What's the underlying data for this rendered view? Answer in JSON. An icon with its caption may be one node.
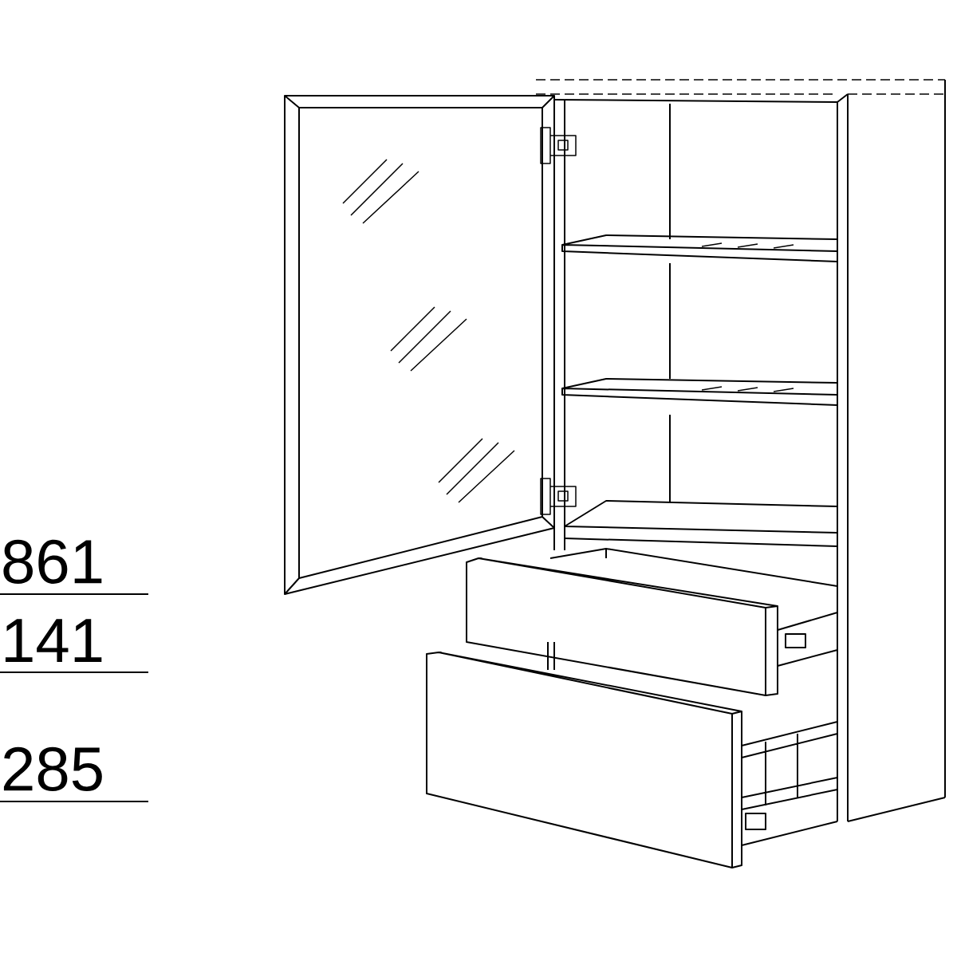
{
  "diagram": {
    "labels": [
      "861",
      "141",
      "285"
    ]
  }
}
